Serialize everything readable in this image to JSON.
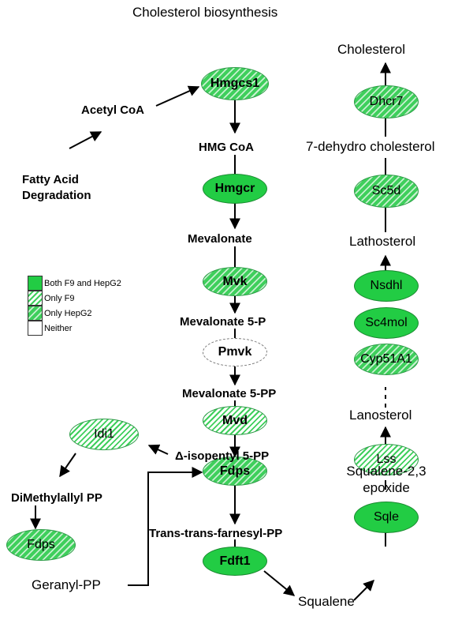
{
  "title": "Cholesterol biosynthesis",
  "legend": [
    {
      "key": "both",
      "label": "Both F9 and HepG2"
    },
    {
      "key": "f9",
      "label": "Only F9"
    },
    {
      "key": "hepg2",
      "label": "Only HepG2"
    },
    {
      "key": "neither",
      "label": "Neither"
    }
  ],
  "enzymes": {
    "hmgcs1": {
      "label": "Hmgcs1",
      "status": "hepg2"
    },
    "hmgcr": {
      "label": "Hmgcr",
      "status": "both"
    },
    "mvk": {
      "label": "Mvk",
      "status": "hepg2"
    },
    "pmvk": {
      "label": "Pmvk",
      "status": "neither"
    },
    "mvd": {
      "label": "Mvd",
      "status": "f9"
    },
    "fdps_main": {
      "label": "Fdps",
      "status": "hepg2"
    },
    "fdft1": {
      "label": "Fdft1",
      "status": "both"
    },
    "idi1": {
      "label": "Idi1",
      "status": "f9"
    },
    "fdps_left": {
      "label": "Fdps",
      "status": "hepg2"
    },
    "dhcr7": {
      "label": "Dhcr7",
      "status": "hepg2"
    },
    "sc5d": {
      "label": "Sc5d",
      "status": "hepg2"
    },
    "nsdhl": {
      "label": "Nsdhl",
      "status": "both"
    },
    "sc4mol": {
      "label": "Sc4mol",
      "status": "both"
    },
    "cyp51a1": {
      "label": "Cyp51A1",
      "status": "hepg2"
    },
    "lss": {
      "label": "Lss",
      "status": "f9"
    },
    "sqle": {
      "label": "Sqle",
      "status": "both"
    }
  },
  "metabolites": {
    "acetyl_coa": "Acetyl CoA",
    "fatty_acid_degradation": "Fatty Acid\nDegradation",
    "hmg_coa": "HMG CoA",
    "mevalonate": "Mevalonate",
    "mevalonate_5p": "Mevalonate 5-P",
    "mevalonate_5pp": "Mevalonate 5-PP",
    "isopentyl_5pp": "Δ-isopentyl 5-PP",
    "dimethylallyl_pp": "DiMethylallyl PP",
    "trans_farnesyl_pp": "Trans-trans-farnesyl-PP",
    "geranyl_pp": "Geranyl-PP",
    "squalene": "Squalene",
    "squalene_epoxide": "Squalene-2,3\nepoxide",
    "lanosterol": "Lanosterol",
    "lathosterol": "Lathosterol",
    "dehydro_cholesterol": "7-dehydro cholesterol",
    "cholesterol": "Cholesterol"
  },
  "colors": {
    "both": "#22cc44",
    "stripe": "#3fcf5c",
    "arrow": "#000000"
  }
}
